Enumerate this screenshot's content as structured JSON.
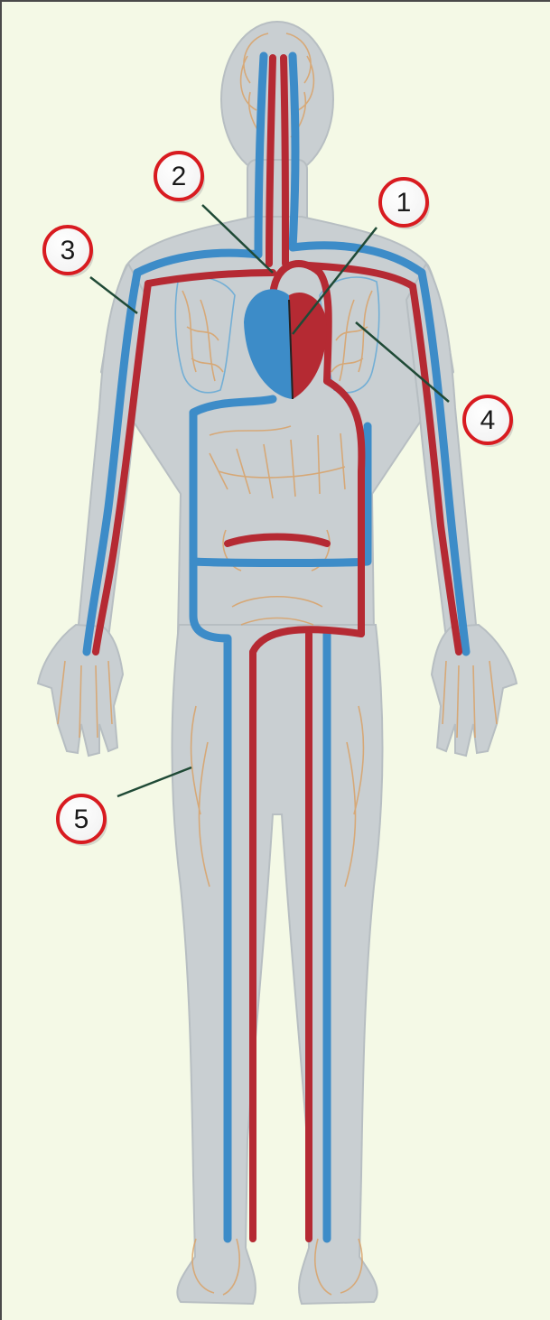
{
  "figure": {
    "colors": {
      "background": "#f4f9e6",
      "body": "#c9cfd2",
      "body_outline": "#b7bec2",
      "artery": "#b52a33",
      "vein": "#3d8cc8",
      "capillary": "#d9a268",
      "marker_ring": "#d81b20",
      "leader_line": "#1f4a36"
    },
    "markers": [
      {
        "id": "1",
        "label": "1"
      },
      {
        "id": "2",
        "label": "2"
      },
      {
        "id": "3",
        "label": "3"
      },
      {
        "id": "4",
        "label": "4"
      },
      {
        "id": "5",
        "label": "5"
      }
    ]
  }
}
